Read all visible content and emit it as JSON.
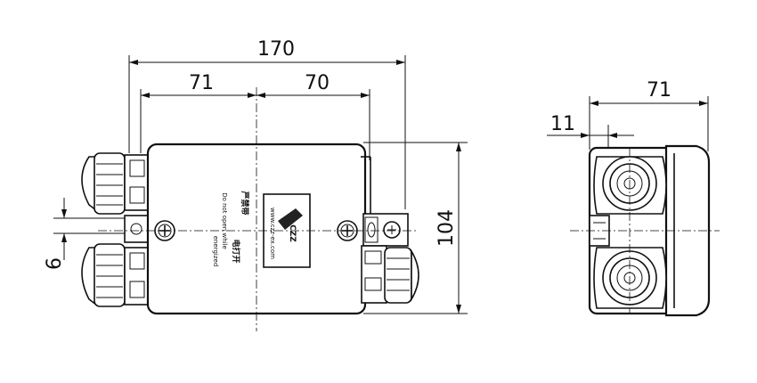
{
  "dimensions": {
    "overall_width": "170",
    "left_half": "71",
    "right_half": "70",
    "height": "104",
    "offset": "6",
    "side_depth": "71",
    "side_offset": "11"
  },
  "device": {
    "label_cn_1": "严禁带",
    "label_cn_2": "电打开",
    "label_en_1": "Do not open while",
    "label_en_2": "energized",
    "website": "www.czz-ex.com",
    "logo": "CZZ"
  }
}
